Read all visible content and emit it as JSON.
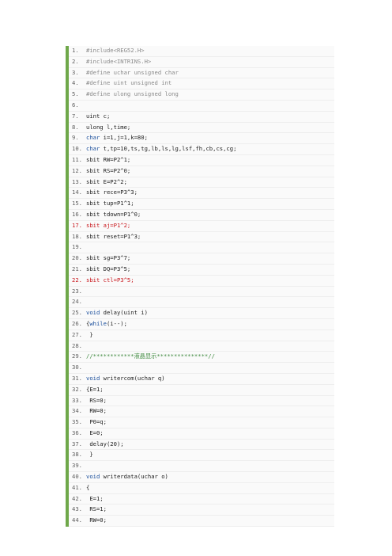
{
  "code": {
    "lines": [
      {
        "n": "1.",
        "pre": "",
        "kw": "",
        "text": "#include<REG52.H>",
        "style": "pre"
      },
      {
        "n": "2.",
        "pre": "",
        "kw": "",
        "text": "#include<INTRINS.H>",
        "style": "pre"
      },
      {
        "n": "3.",
        "pre": "",
        "kw": "",
        "text": "#define uchar unsigned char",
        "style": "pre"
      },
      {
        "n": "4.",
        "pre": "",
        "kw": "",
        "text": "#define uint unsigned int",
        "style": "pre"
      },
      {
        "n": "5.",
        "pre": "",
        "kw": "",
        "text": "#define ulong unsigned long",
        "style": "pre"
      },
      {
        "n": "6.",
        "pre": "",
        "kw": "",
        "text": "",
        "style": "plain"
      },
      {
        "n": "7.",
        "pre": "",
        "kw": "",
        "text": "uint c;",
        "style": "plain"
      },
      {
        "n": "8.",
        "pre": "",
        "kw": "",
        "text": "ulong l,time;",
        "style": "plain"
      },
      {
        "n": "9.",
        "pre": "",
        "kw": "char",
        "text": " i=1,j=1,k=80;",
        "style": "plain"
      },
      {
        "n": "10.",
        "pre": "",
        "kw": "char",
        "text": " t,tp=10,ts,tg,lb,ls,lg,lsf,fh,cb,cs,cg;",
        "style": "plain"
      },
      {
        "n": "11.",
        "pre": "",
        "kw": "",
        "text": "sbit RW=P2^1;",
        "style": "plain"
      },
      {
        "n": "12.",
        "pre": "",
        "kw": "",
        "text": "sbit RS=P2^0;",
        "style": "plain"
      },
      {
        "n": "13.",
        "pre": "",
        "kw": "",
        "text": "sbit E=P2^2;",
        "style": "plain"
      },
      {
        "n": "14.",
        "pre": "",
        "kw": "",
        "text": "sbit rece=P3^3;",
        "style": "plain"
      },
      {
        "n": "15.",
        "pre": "",
        "kw": "",
        "text": "sbit tup=P1^1;",
        "style": "plain"
      },
      {
        "n": "16.",
        "pre": "",
        "kw": "",
        "text": "sbit tdown=P1^0;",
        "style": "plain"
      },
      {
        "n": "17.",
        "pre": "",
        "kw": "",
        "text": "sbit aj=P1^2;",
        "style": "red"
      },
      {
        "n": "18.",
        "pre": "",
        "kw": "",
        "text": "sbit reset=P1^3;",
        "style": "plain"
      },
      {
        "n": "19.",
        "pre": "",
        "kw": "",
        "text": "",
        "style": "plain"
      },
      {
        "n": "20.",
        "pre": "",
        "kw": "",
        "text": "sbit sg=P3^7;",
        "style": "plain"
      },
      {
        "n": "21.",
        "pre": "",
        "kw": "",
        "text": "sbit DQ=P3^5;",
        "style": "plain"
      },
      {
        "n": "22.",
        "pre": "",
        "kw": "",
        "text": "sbit ctl=P3^5;",
        "style": "red"
      },
      {
        "n": "23.",
        "pre": "",
        "kw": "",
        "text": "",
        "style": "plain"
      },
      {
        "n": "24.",
        "pre": "",
        "kw": "",
        "text": "",
        "style": "plain"
      },
      {
        "n": "25.",
        "pre": "",
        "kw": "void",
        "text": " delay(uint i)",
        "style": "plain"
      },
      {
        "n": "26.",
        "pre": "{",
        "kw": "while",
        "text": "(i--);",
        "style": "plain"
      },
      {
        "n": "27.",
        "pre": "",
        "kw": "",
        "text": " }",
        "style": "plain"
      },
      {
        "n": "28.",
        "pre": "",
        "kw": "",
        "text": "",
        "style": "plain"
      },
      {
        "n": "29.",
        "pre": "",
        "kw": "",
        "text": "//************液晶显示***************//",
        "style": "cmt"
      },
      {
        "n": "30.",
        "pre": "",
        "kw": "",
        "text": "",
        "style": "plain"
      },
      {
        "n": "31.",
        "pre": "",
        "kw": "void",
        "text": " writercom(uchar q)",
        "style": "plain"
      },
      {
        "n": "32.",
        "pre": "",
        "kw": "",
        "text": "{E=1;",
        "style": "plain"
      },
      {
        "n": "33.",
        "pre": "",
        "kw": "",
        "text": " RS=0;",
        "style": "plain"
      },
      {
        "n": "34.",
        "pre": "",
        "kw": "",
        "text": " RW=0;",
        "style": "plain"
      },
      {
        "n": "35.",
        "pre": "",
        "kw": "",
        "text": " P0=q;",
        "style": "plain"
      },
      {
        "n": "36.",
        "pre": "",
        "kw": "",
        "text": " E=0;",
        "style": "plain"
      },
      {
        "n": "37.",
        "pre": "",
        "kw": "",
        "text": " delay(20);",
        "style": "plain"
      },
      {
        "n": "38.",
        "pre": "",
        "kw": "",
        "text": " }",
        "style": "plain"
      },
      {
        "n": "39.",
        "pre": "",
        "kw": "",
        "text": "",
        "style": "plain"
      },
      {
        "n": "40.",
        "pre": "",
        "kw": "void",
        "text": " writerdata(uchar o)",
        "style": "plain"
      },
      {
        "n": "41.",
        "pre": "",
        "kw": "",
        "text": "{",
        "style": "plain"
      },
      {
        "n": "42.",
        "pre": "",
        "kw": "",
        "text": " E=1;",
        "style": "plain"
      },
      {
        "n": "43.",
        "pre": "",
        "kw": "",
        "text": " RS=1;",
        "style": "plain"
      },
      {
        "n": "44.",
        "pre": "",
        "kw": "",
        "text": " RW=0;",
        "style": "plain"
      }
    ]
  }
}
